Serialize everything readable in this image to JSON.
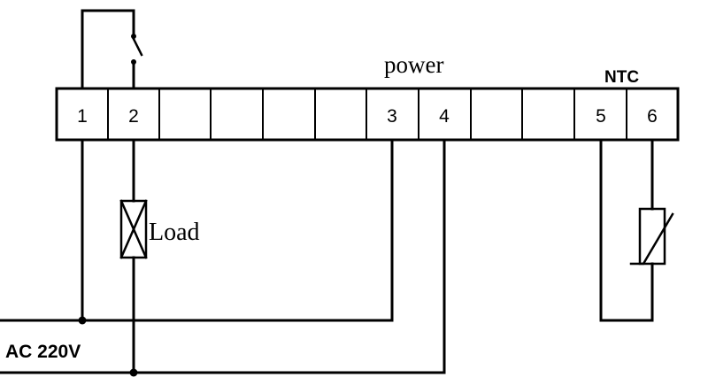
{
  "terminal_block": {
    "cells": [
      "1",
      "2",
      "",
      "",
      "",
      "",
      "3",
      "4",
      "",
      "",
      "5",
      "6"
    ]
  },
  "labels": {
    "power": "power",
    "ntc": "NTC",
    "load": "Load",
    "supply": "AC  220V"
  }
}
